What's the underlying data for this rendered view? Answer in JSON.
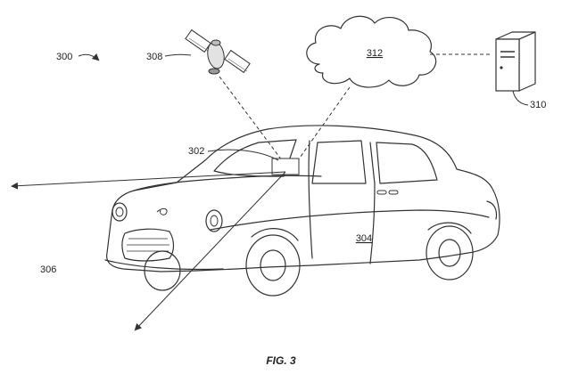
{
  "figure": {
    "caption": "FIG. 3",
    "labels": {
      "figure_ref": "300",
      "satellite": "308",
      "device": "302",
      "field": "306",
      "vehicle": "304",
      "cloud": "312",
      "server": "310"
    }
  }
}
